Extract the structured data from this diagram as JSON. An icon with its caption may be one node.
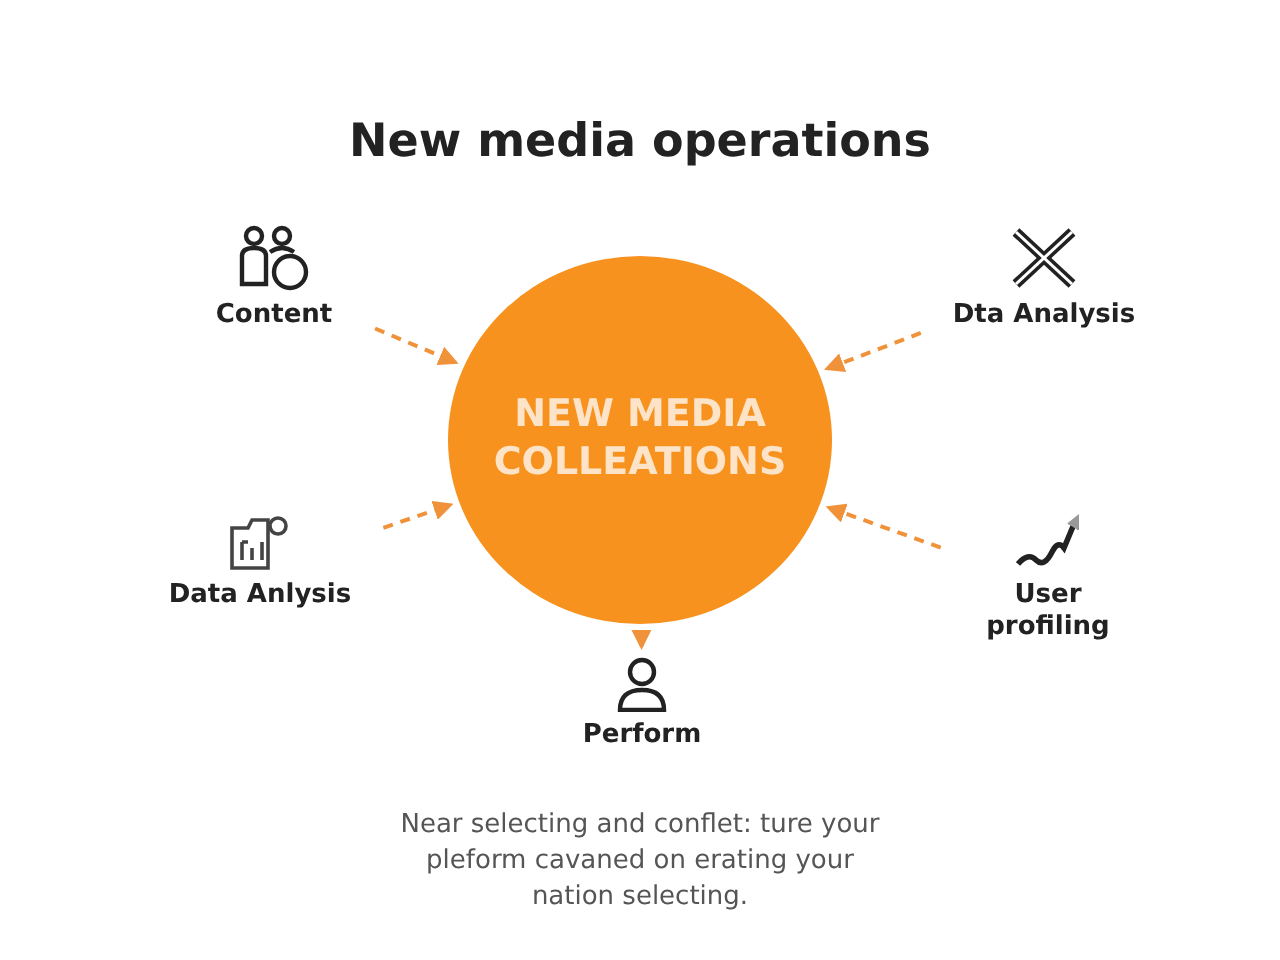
{
  "diagram": {
    "title": "New media operations",
    "nodes": [
      {
        "text": [
          "NEW MEDIA COLLEATIONS"
        ]
      },
      {
        "text": [
          "Content"
        ]
      },
      {
        "text": [
          "Dta Analysis"
        ]
      },
      {
        "text": [
          "Data Anlysis"
        ]
      },
      {
        "text": [
          "User profiling"
        ]
      },
      {
        "text": [
          "Perform"
        ]
      }
    ],
    "edges": [
      {
        "from": 1,
        "to": 0,
        "arrow": "to",
        "style": "dashed"
      },
      {
        "from": 2,
        "to": 0,
        "arrow": "to",
        "style": "dashed"
      },
      {
        "from": 3,
        "to": 0,
        "arrow": "to",
        "style": "dashed"
      },
      {
        "from": 4,
        "to": 0,
        "arrow": "to",
        "style": "dashed"
      },
      {
        "from": 0,
        "to": 5,
        "arrow": "to",
        "style": "dashed"
      }
    ],
    "labels": [
      "Near selecting and conflet: ture your pleform cavaned on erating your nation selecting."
    ]
  }
}
